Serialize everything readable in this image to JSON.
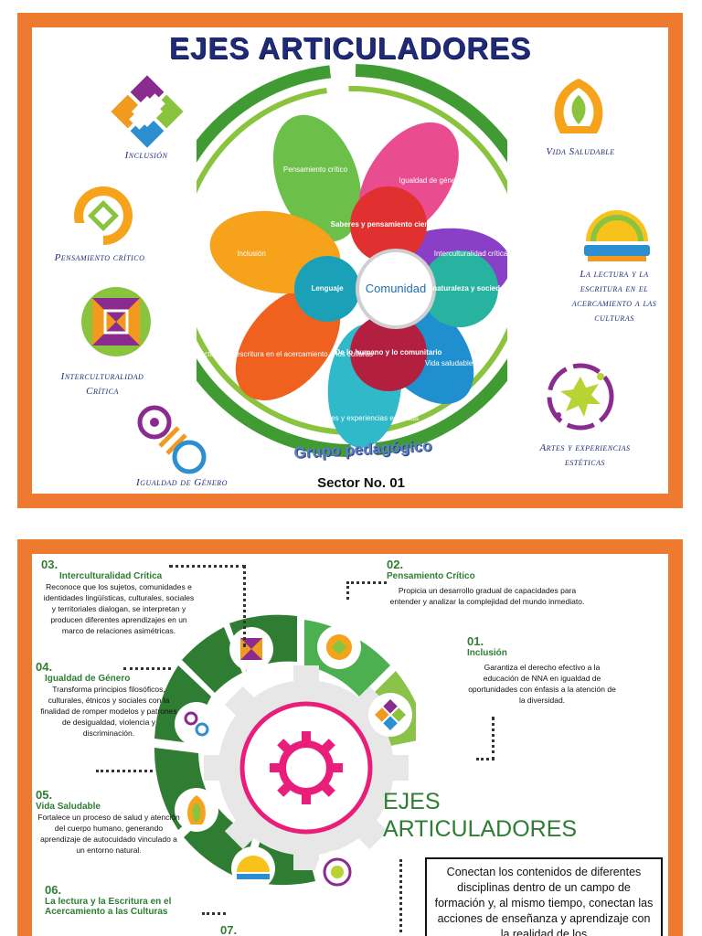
{
  "panel1": {
    "title": "EJES ARTICULADORES",
    "axes": [
      {
        "label": "Inclusión",
        "icon": "inclusion-icon"
      },
      {
        "label": "Pensamiento crítico",
        "icon": "pensamiento-critico-icon"
      },
      {
        "label": "Interculturalidad Crítica",
        "icon": "interculturalidad-icon"
      },
      {
        "label": "Igualdad de Género",
        "icon": "igualdad-genero-icon"
      },
      {
        "label": "Vida Saludable",
        "icon": "vida-saludable-icon"
      },
      {
        "label": "La lectura y la escritura en el acercamiento a las culturas",
        "icon": "lectura-escritura-icon"
      },
      {
        "label": "Artes y experiencias estéticas",
        "icon": "artes-icon"
      }
    ],
    "petals": [
      "Pensamiento crítico",
      "Igualdad de género",
      "Interculturalidad crítica",
      "Vida saludable",
      "Artes y experiencias estéticas",
      "La lectura y la escritura en el acercamiento a los culturas",
      "Inclusión"
    ],
    "fields": [
      "Saberes y pensamiento científico",
      "Ética, naturaleza y sociedad",
      "De lo humano y lo comunitario",
      "Lenguaje"
    ],
    "center": "Comunidad",
    "grupo": "Grupo pedagógico",
    "sector": "Sector No. 01",
    "colors": {
      "frame": "#ee7a2f",
      "title": "#1f2b78",
      "ring": "#3f9b32"
    }
  },
  "panel2": {
    "title_line1": "EJES",
    "title_line2": "ARTICULADORES",
    "sections": [
      {
        "num": "03.",
        "title": "Interculturalidad Crítica",
        "desc": "Reconoce que los sujetos, comunidades e identidades lingüísticas, culturales, sociales y territoriales dialogan, se interpretan y producen diferentes aprendizajes en un marco de relaciones asimétricas."
      },
      {
        "num": "04.",
        "title": "Igualdad de Género",
        "desc": "Transforma principios filosóficos, culturales, étnicos y sociales con la finalidad de romper modelos y patrones de desigualdad, violencia y discriminación."
      },
      {
        "num": "05.",
        "title": "Vida Saludable",
        "desc": "Fortalece un proceso de salud y atención del cuerpo humano, generando aprendizaje de autocuidado vinculado a un entorno natural."
      },
      {
        "num": "06.",
        "title": "La lectura y la Escritura en el Acercamiento a las Culturas",
        "desc": ""
      },
      {
        "num": "02.",
        "title": "Pensamiento Crítico",
        "desc": "Propicia un desarrollo gradual de capacidades para entender y analizar la complejidad del mundo inmediato."
      },
      {
        "num": "01.",
        "title": "Inclusión",
        "desc": "Garantiza el derecho efectivo a la educación de NNA en igualdad de oportunidades con énfasis a la atención de la diversidad."
      },
      {
        "num": "07.",
        "title": "",
        "desc": ""
      }
    ],
    "quote": "Conectan los contenidos de diferentes disciplinas dentro de un campo de formación y, al mismo tiempo, conectan las acciones de enseñanza y aprendizaje con la realidad de los",
    "colors": {
      "gear_dark": "#2e7d32",
      "gear_mid": "#4caf50",
      "gear_light": "#8bc34a",
      "center_ring": "#e91e7a"
    }
  }
}
